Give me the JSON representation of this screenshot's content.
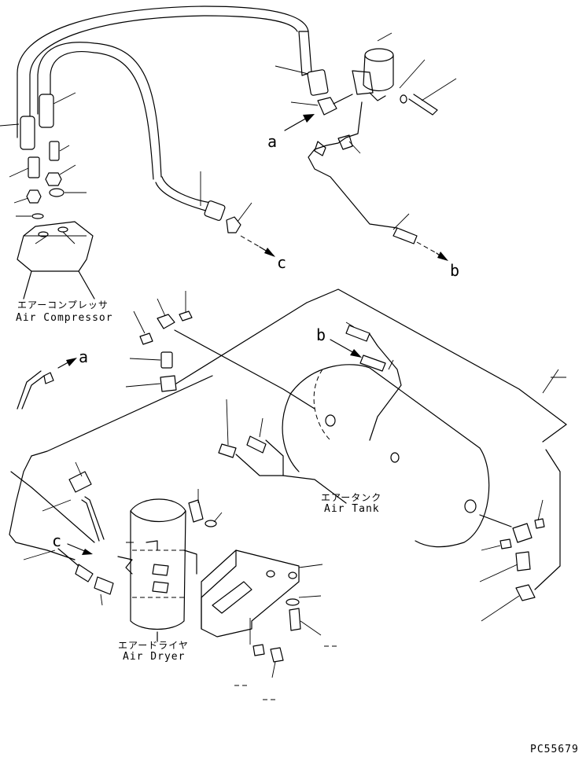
{
  "drawing_code": "PC55679",
  "components": {
    "air_compressor": {
      "label_jp": "エアーコンプレッサ",
      "label_en": "Air Compressor"
    },
    "air_tank": {
      "label_jp": "エアータンク",
      "label_en": "Air Tank"
    },
    "air_dryer": {
      "label_jp": "エアードライヤ",
      "label_en": "Air Dryer"
    }
  },
  "connection_marks": {
    "a_top": "a",
    "a_left": "a",
    "b_top": "b",
    "b_tank": "b",
    "c_top": "c",
    "c_left": "c"
  },
  "colors": {
    "ink": "#000000",
    "paper": "#ffffff"
  }
}
